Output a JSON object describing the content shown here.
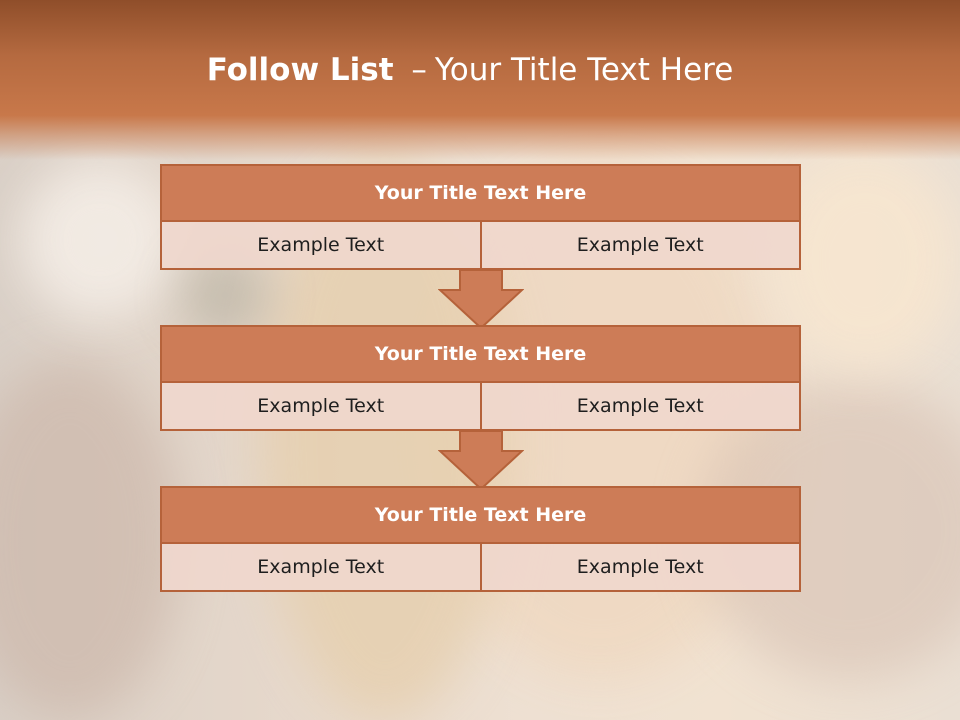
{
  "slide": {
    "title_bold": "Follow List",
    "title_dash": "–",
    "title_rest": "Your Title Text Here"
  },
  "steps": [
    {
      "title": "Your Title Text Here",
      "left": "Example Text",
      "right": "Example Text"
    },
    {
      "title": "Your Title Text Here",
      "left": "Example Text",
      "right": "Example Text"
    },
    {
      "title": "Your Title Text Here",
      "left": "Example Text",
      "right": "Example Text"
    }
  ],
  "colors": {
    "header": "#c8784a",
    "step_title_fill": "#cd7c57",
    "step_cell_fill": "#f0d7cd",
    "outline": "#b5623a",
    "arrow_fill": "#cd7c57"
  },
  "icons": [
    "down-arrow-icon",
    "down-arrow-icon"
  ]
}
